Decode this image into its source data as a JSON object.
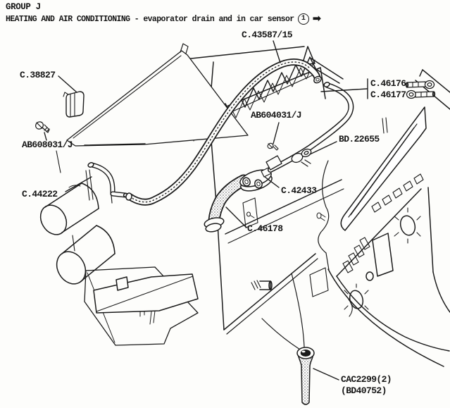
{
  "header": {
    "group_title": "GROUP J",
    "section_title": "HEATING AND AIR CONDITIONING - evaporator drain and in car sensor",
    "figure_number": "1",
    "arrow_glyph": "➡"
  },
  "part_labels": [
    {
      "id": "C43587-15",
      "text": "C.43587/15"
    },
    {
      "id": "C38827",
      "text": "C.38827"
    },
    {
      "id": "AB608031J",
      "text": "AB608031/J"
    },
    {
      "id": "C44222",
      "text": "C.44222"
    },
    {
      "id": "AB604031J",
      "text": "AB604031/J"
    },
    {
      "id": "C46176",
      "text": "C.46176"
    },
    {
      "id": "C46177",
      "text": "C.46177"
    },
    {
      "id": "BD22655",
      "text": "BD.22655"
    },
    {
      "id": "C42433",
      "text": "C.42433"
    },
    {
      "id": "C46178",
      "text": "C.46178"
    },
    {
      "id": "CAC2299",
      "text": "CAC2299(2)"
    },
    {
      "id": "BD40752",
      "text": "(BD40752)"
    }
  ]
}
